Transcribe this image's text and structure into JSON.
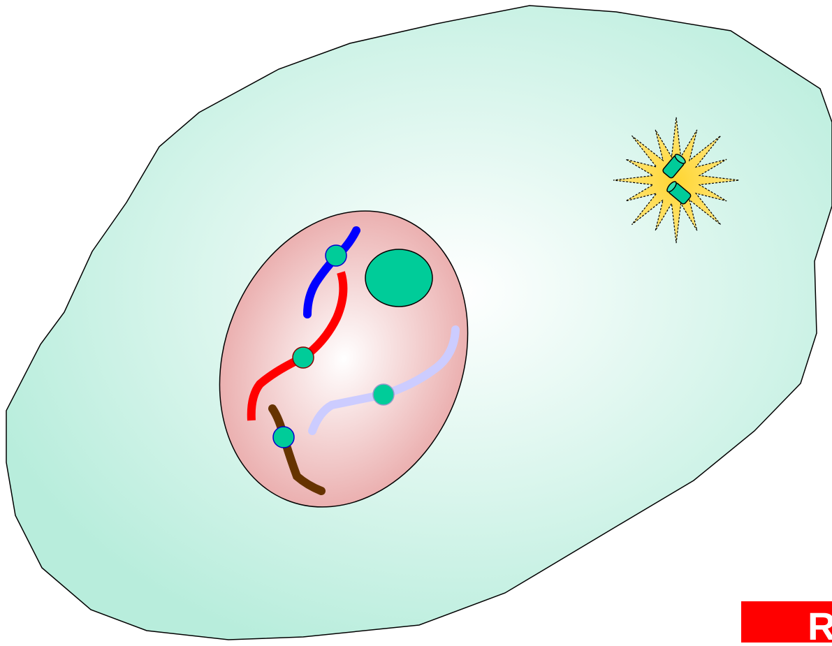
{
  "diagram": {
    "colors": {
      "cell_fill_center": "#ffffff",
      "cell_fill_edge": "#b8eddc",
      "outline": "#000000",
      "nucleus_fill_center": "#ffffff",
      "nucleus_fill_edge": "#e9a8a8",
      "nucleolus": "#00cc99",
      "centromere": "#00cc99",
      "chromosome_blue": "#0000ff",
      "chromosome_red": "#ff0000",
      "chromosome_lavender": "#ccccff",
      "chromosome_brown": "#663300",
      "burst_fill": "#ffe680",
      "burst_center": "#ffd633",
      "centriole": "#00cc99",
      "corner_tab": "#ff0000"
    },
    "icons": {
      "cell": "cell-membrane-shape",
      "nucleus": "nucleus-ellipse",
      "nucleolus": "nucleolus-blob",
      "centrosome": "starburst-with-centrioles"
    },
    "corner_tab_label": "R"
  }
}
